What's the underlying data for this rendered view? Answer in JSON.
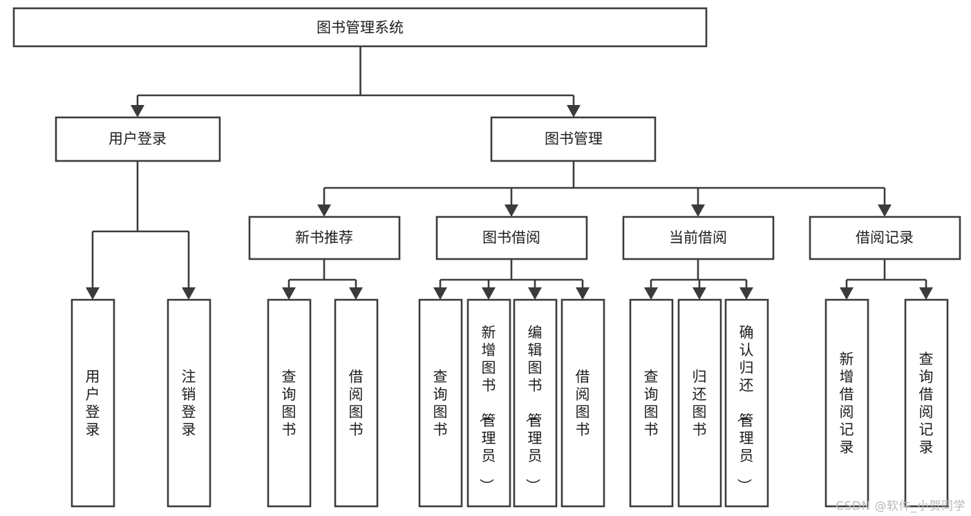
{
  "diagram": {
    "title": "图书管理系统",
    "type": "tree",
    "orientation": "top-down",
    "colors": {
      "background": "#ffffff",
      "box_fill": "#ffffff",
      "box_stroke": "#3b3b3b",
      "text": "#1d1d1d",
      "watermark": "#b9b9b9"
    },
    "levels": [
      {
        "level": 1,
        "nodes": [
          {
            "id": "root",
            "label": "图书管理系统",
            "orientation": "horizontal"
          }
        ]
      },
      {
        "level": 2,
        "nodes": [
          {
            "id": "user-login",
            "label": "用户登录",
            "orientation": "horizontal",
            "parent": "root"
          },
          {
            "id": "book-manage",
            "label": "图书管理",
            "orientation": "horizontal",
            "parent": "root"
          }
        ]
      },
      {
        "level": 3,
        "nodes": [
          {
            "id": "new-book-rec",
            "label": "新书推荐",
            "orientation": "horizontal",
            "parent": "book-manage"
          },
          {
            "id": "book-borrow",
            "label": "图书借阅",
            "orientation": "horizontal",
            "parent": "book-manage"
          },
          {
            "id": "current-borrow",
            "label": "当前借阅",
            "orientation": "horizontal",
            "parent": "book-manage"
          },
          {
            "id": "borrow-record",
            "label": "借阅记录",
            "orientation": "horizontal",
            "parent": "book-manage"
          }
        ]
      },
      {
        "level": 4,
        "nodes": [
          {
            "id": "leaf-user-login",
            "label": "用户登录",
            "orientation": "vertical",
            "parent": "user-login"
          },
          {
            "id": "leaf-logout",
            "label": "注销登录",
            "orientation": "vertical",
            "parent": "user-login"
          },
          {
            "id": "leaf-query-book-1",
            "label": "查询图书",
            "orientation": "vertical",
            "parent": "new-book-rec"
          },
          {
            "id": "leaf-borrow-book-1",
            "label": "借阅图书",
            "orientation": "vertical",
            "parent": "new-book-rec"
          },
          {
            "id": "leaf-query-book-2",
            "label": "查询图书",
            "orientation": "vertical",
            "parent": "book-borrow"
          },
          {
            "id": "leaf-add-book",
            "label": "新增图书（管理员）",
            "orientation": "vertical",
            "parent": "book-borrow"
          },
          {
            "id": "leaf-edit-book",
            "label": "编辑图书（管理员）",
            "orientation": "vertical",
            "parent": "book-borrow"
          },
          {
            "id": "leaf-borrow-book-2",
            "label": "借阅图书",
            "orientation": "vertical",
            "parent": "book-borrow"
          },
          {
            "id": "leaf-query-book-3",
            "label": "查询图书",
            "orientation": "vertical",
            "parent": "current-borrow"
          },
          {
            "id": "leaf-return-book",
            "label": "归还图书",
            "orientation": "vertical",
            "parent": "current-borrow"
          },
          {
            "id": "leaf-confirm-return",
            "label": "确认归还（管理员）",
            "orientation": "vertical",
            "parent": "current-borrow"
          },
          {
            "id": "leaf-add-record",
            "label": "新增借阅记录",
            "orientation": "vertical",
            "parent": "borrow-record"
          },
          {
            "id": "leaf-query-record",
            "label": "查询借阅记录",
            "orientation": "vertical",
            "parent": "borrow-record"
          }
        ]
      }
    ]
  },
  "watermark": {
    "text": "CSDN @软件_小贺同学"
  }
}
